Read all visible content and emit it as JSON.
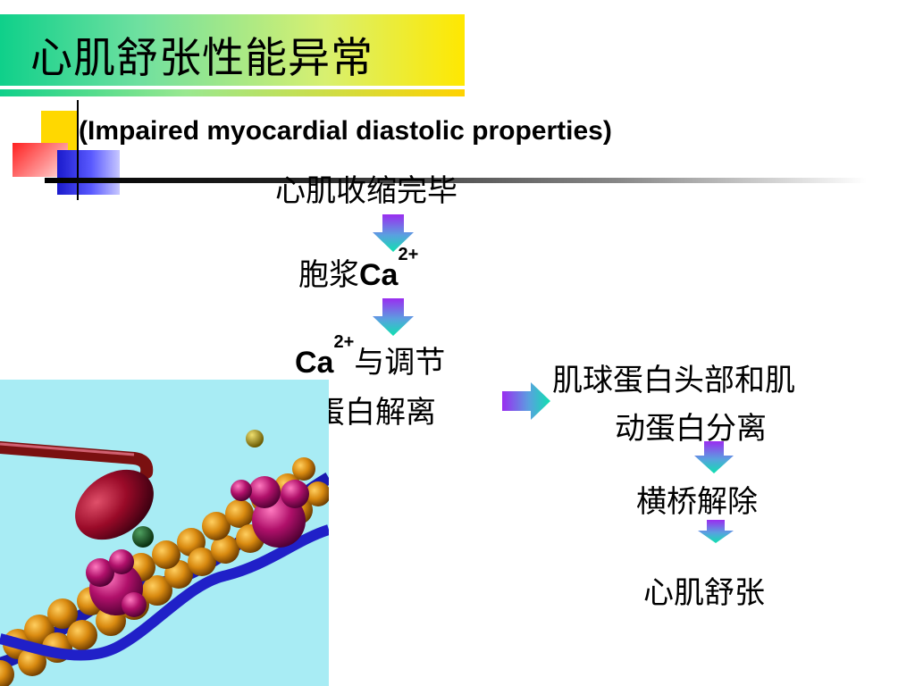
{
  "title": "心肌舒张性能异常",
  "subtitle": "(Impaired myocardial diastolic properties)",
  "flow": {
    "step1": "心肌收缩完毕",
    "step2_prefix": "胞浆",
    "ca": "Ca",
    "charge": "2+",
    "step3_suffix_line1": "与调节",
    "step3_line2": "蛋白解离",
    "step4_line1": "肌球蛋白头部和肌",
    "step4_line2": "动蛋白分离",
    "step5": "横桥解除",
    "step6": "心肌舒张"
  },
  "colors": {
    "title_gradient_start": "#0fd08a",
    "title_gradient_end": "#ffe800",
    "arrow_top": "#9a2cf0",
    "arrow_bottom": "#10e0b0",
    "molecule_background": "#a8ecf4"
  },
  "icons": {
    "flow_arrow": "gradient-down-arrow",
    "side_arrow": "gradient-right-arrow"
  }
}
